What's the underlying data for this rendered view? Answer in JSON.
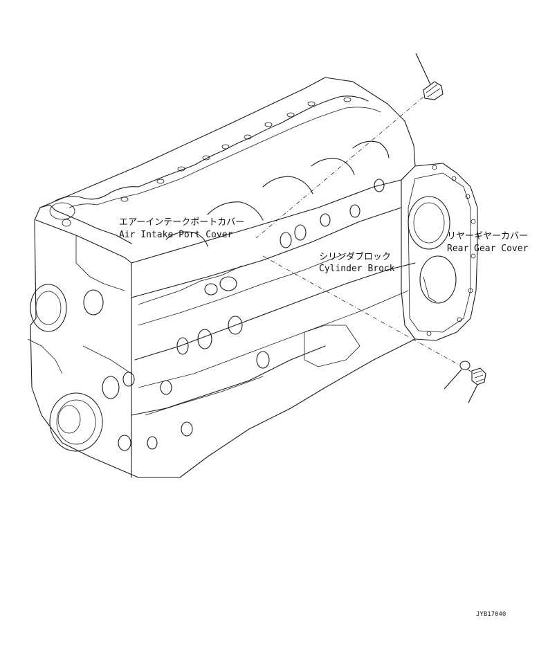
{
  "labels": {
    "air_intake_jp": "エアーインテークポートカバー",
    "air_intake_en": "Air Intake Port Cover",
    "cylinder_block_jp": "シリンダブロック",
    "cylinder_block_en": "Cylinder Brock",
    "rear_gear_jp": "リヤーギヤーカバー",
    "rear_gear_en": "Rear Gear Cover"
  },
  "figure_id": "JYB17040"
}
